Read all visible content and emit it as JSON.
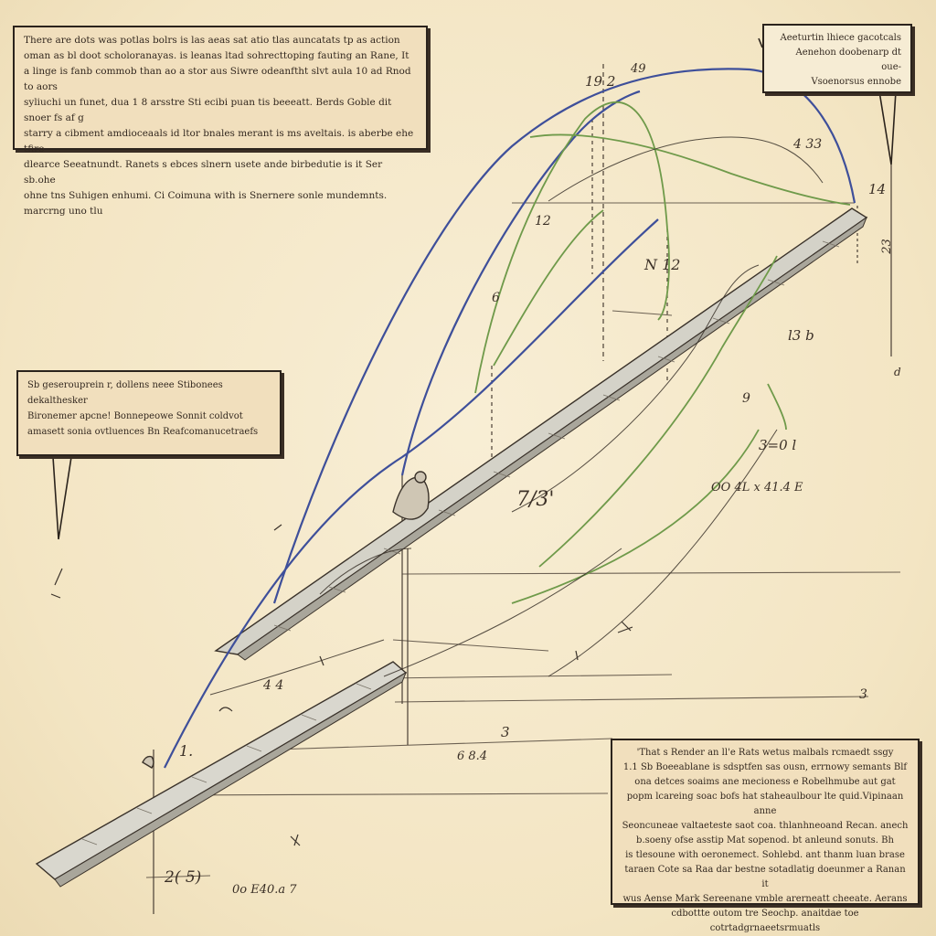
{
  "notes": {
    "top_left": [
      "There are dots was potlas bolrs is las aeas sat atio tlas auncatats tp as action",
      "oman as bl doot scholoranayas. is leanas ltad sohrecttoping fauting an Rane, It",
      "a linge is fanb commob than ao a stor aus Siwre odeanftht slvt aula 10 ad Rnod to aors",
      "syliuchi un funet, dua 1 8 arsstre Sti ecibi puan tis beeeatt. Berds Goble dit snoer fs af g",
      "starry a cibment amdioceaals id ltor bnales merant is ms aveltais. is aberbe ehe tfiro",
      "dlearce Seeatnundt. Ranets s ebces slnern usete ande birbedutie is it Ser sb.ohe",
      "ohne tns Suhigen enhumi. Ci Coimuna with is Snernere sonle mundemnts. marcrng uno tlu"
    ],
    "middle_left": [
      "Sb geserouprein r, dollens neee Stibonees dekalthesker",
      "Bironemer apcne! Bonnepeowe Sonnit coldvot",
      "amasett sonia ovtluences Bn Reafcomanucetraefs"
    ],
    "top_right": [
      "Aeeturtin lhiece gacotcals",
      "Aenehon doobenarp dt oue-",
      "Vsoenorsus ennobe"
    ],
    "bottom_right": [
      "'That s Render an ll'e Rats wetus malbals rcmaedt ssgy",
      "1.1 Sb Boeeablane is sdsptfen sas ousn, errnowy semants Blf",
      "ona detces soaims ane mecioness e Robelhmube aut gat",
      "popm lcareing soac bofs hat staheaulbour lte quid.Vipinaan anne",
      "Seoncuneae valtaeteste saot coa. thlanhneoand Recan. anech",
      "b.soeny ofse asstip Mat sopenod. bt anleund sonuts. Bh",
      "is tlesoune with oeronemect. Sohlebd. ant thanm luan brase",
      "taraen Cote sa Raa dar bestne sotadlatig doeunmer a Ranan it",
      "wus Aense Mark Sereenane vmble arerneatt cheeate. Aerans",
      "cdbottte outom tre Seochp. anaitdae toe cotrtadgrnaeetsrmuatls"
    ]
  },
  "labels": {
    "apex": "19 2",
    "apex_mark": "49",
    "top_r": "4 33",
    "right_end": "14",
    "left_mid": "12",
    "mid_y": "N 12",
    "right_v": "l3 b",
    "r_scale": "23",
    "frac": "3=0 l",
    "ratio": "OO 4L x 41.4 E",
    "mid_big": "7/3'",
    "sketch_a": "6",
    "sketch_b": "9",
    "dim_a": "4 4",
    "dim_b": "3",
    "dim_c": "2( 5)",
    "dim_d": "6 8.4",
    "foot_ratio": "0o E40.a 7",
    "small_t": "1.",
    "line_end": "3",
    "axis_tick": "d"
  },
  "colors": {
    "paper": "#f5e9cc",
    "ink": "#2a211a",
    "blue_curve": "#3e4f9a",
    "green_curve": "#6f9a4a",
    "note_fill": "#f1dfbd"
  }
}
